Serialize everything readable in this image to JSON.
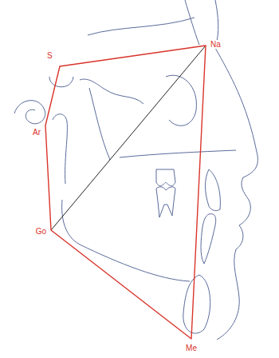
{
  "diagram": {
    "labels": [
      "S",
      "Na",
      "Ar",
      "Go",
      "Me"
    ]
  }
}
